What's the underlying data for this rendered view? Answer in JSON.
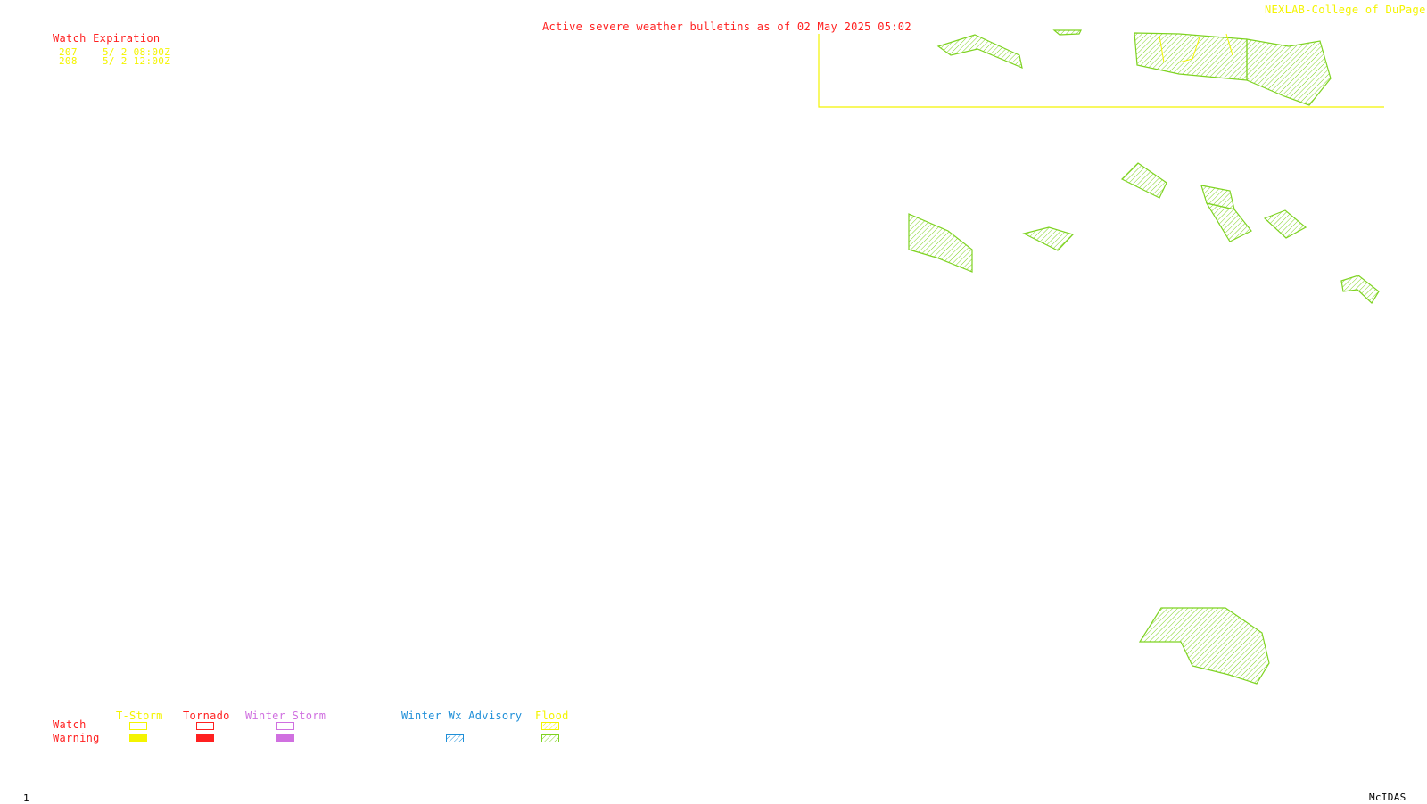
{
  "header": {
    "title": "Active severe weather bulletins as of 02 May 2025 05:02",
    "credit": "NEXLAB-College of DuPage R"
  },
  "watch_expiration": {
    "title": "Watch Expiration",
    "rows": [
      {
        "id": "207",
        "expires": "5/ 2 08:00Z"
      },
      {
        "id": "208",
        "expires": "5/ 2 12:00Z"
      }
    ]
  },
  "legend": {
    "row_labels": {
      "watch": "Watch",
      "warning": "Warning"
    },
    "columns": [
      {
        "label": "T-Storm",
        "color": "#f4f400",
        "watch": "outline",
        "warning": "solid"
      },
      {
        "label": "Tornado",
        "color": "#ff2020",
        "watch": "outline",
        "warning": "solid"
      },
      {
        "label": "Winter Storm",
        "color": "#d070e0",
        "watch": "outline",
        "warning": "solid"
      },
      {
        "label": "Winter Wx Advisory",
        "color": "#1f8fd8",
        "watch": "none",
        "warning": "hatched"
      },
      {
        "label": "Flood",
        "color": "#7ed321",
        "watch": "hatched",
        "warning": "hatched"
      }
    ]
  },
  "footer": {
    "frame_number": "1",
    "software": "McIDAS"
  },
  "map": {
    "watch_box_color": "#f4f400",
    "flood_color": "#7ed321"
  }
}
